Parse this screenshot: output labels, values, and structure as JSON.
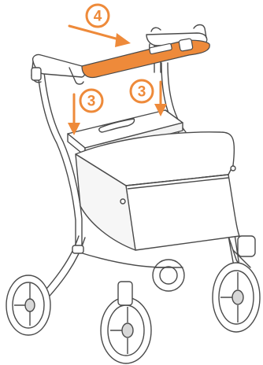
{
  "colors": {
    "accent": "#ee8a3a",
    "line": "#4a4a4a",
    "fill": "#ffffff",
    "shade": "#d8d8d8"
  },
  "steps": [
    {
      "label": "4",
      "icon": "arrow-right-down-icon"
    },
    {
      "label": "3",
      "icon": "arrow-down-icon"
    },
    {
      "label": "3",
      "icon": "arrow-down-icon"
    }
  ]
}
